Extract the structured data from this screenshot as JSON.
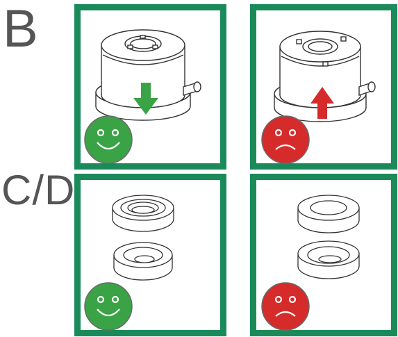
{
  "labels": {
    "section_b": "B",
    "section_cd": "C/D"
  },
  "colors": {
    "frame": "#1a8a5a",
    "good": "#3aa346",
    "bad": "#d62b2b",
    "label": "#555555"
  },
  "panels": [
    {
      "id": "b-good",
      "arrow": "down",
      "face": "smiley-good"
    },
    {
      "id": "b-bad",
      "arrow": "up",
      "face": "smiley-bad"
    },
    {
      "id": "c-good",
      "face": "smiley-good"
    },
    {
      "id": "c-bad",
      "face": "smiley-bad"
    }
  ]
}
